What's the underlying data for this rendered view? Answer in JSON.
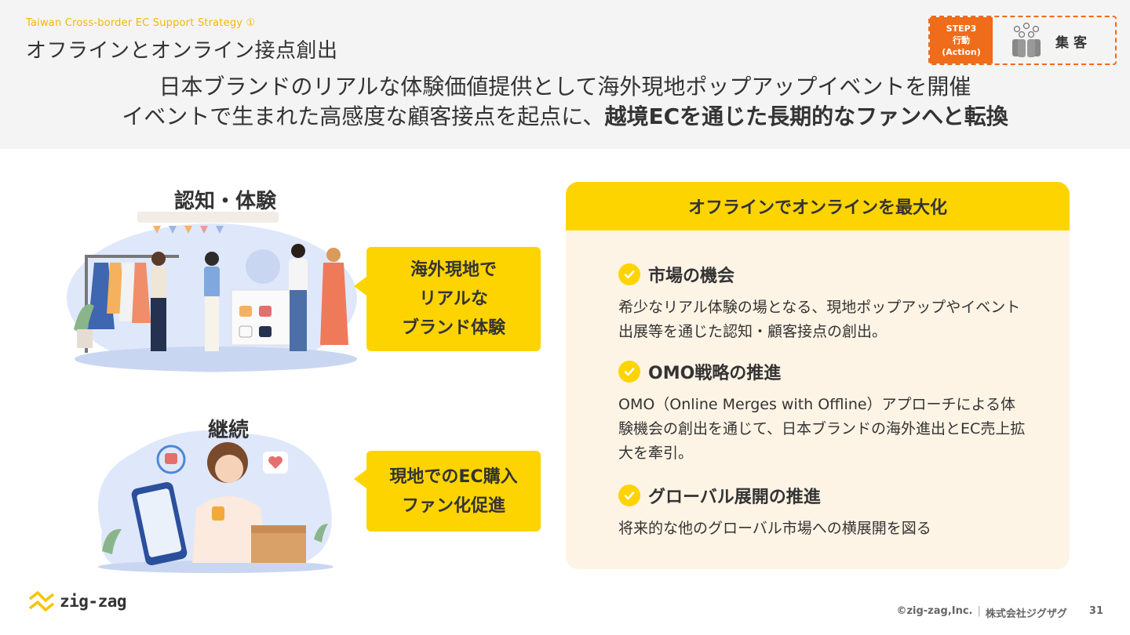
{
  "header": {
    "eyebrow": "Taiwan Cross-border EC Support Strategy ①",
    "title": "オフラインとオンライン接点創出",
    "step": {
      "line1": "STEP3",
      "line2": "行動",
      "line3": "(Action)",
      "label": "集客"
    }
  },
  "lead": {
    "line1": "日本ブランドのリアルな体験価値提供として海外現地ポップアップイベントを開催",
    "line2_normal": "イベントで生まれた高感度な顧客接点を起点に、",
    "line2_bold": "越境ECを通じた長期的なファンへと転換"
  },
  "scenes": {
    "top_label": "認知・体験",
    "bottom_label": "継続",
    "bubble1": [
      "海外現地で",
      "リアルな",
      "ブランド体験"
    ],
    "bubble2": [
      "現地でのEC購入",
      "ファン化促進"
    ]
  },
  "panel": {
    "heading": "オフラインでオンラインを最大化",
    "items": [
      {
        "title": "市場の機会",
        "body": "希少なリアル体験の場となる、現地ポップアップやイベント出展等を通じた認知・顧客接点の創出。"
      },
      {
        "title": "OMO戦略の推進",
        "body": "OMO（Online Merges with Offline）アプローチによる体験機会の創出を通じて、日本ブランドの海外進出とEC売上拡大を牽引。"
      },
      {
        "title": "グローバル展開の推進",
        "body": "将来的な他のグローバル市場への横展開を図る"
      }
    ]
  },
  "footer": {
    "logo": "zig-zag",
    "copyright": "©zig-zag,Inc.",
    "company": "株式会社ジグザグ",
    "page": "31"
  },
  "colors": {
    "accent": "#fdd400",
    "orange": "#ef6c1a",
    "panel_bg": "#fef4e6"
  }
}
